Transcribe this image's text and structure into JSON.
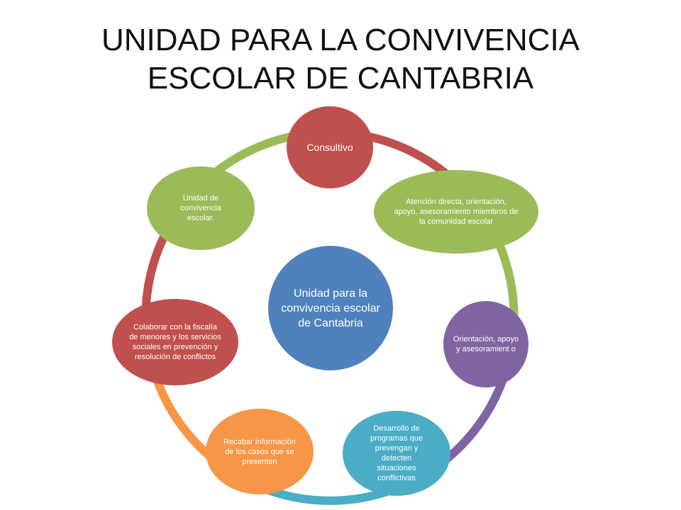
{
  "title": {
    "line1": "UNIDAD PARA LA CONVIVENCIA",
    "line2": "ESCOLAR DE CANTABRIA"
  },
  "diagram": {
    "center": "Unidad para la convivencia escolar de Cantabria",
    "nodes": [
      {
        "label": "Consultivo",
        "color": "#c0504d",
        "connector_color": "#c0504d"
      },
      {
        "label": "Atención directa, orientación, apoyo, asesoramiento miembros de la comunidad escolar",
        "color": "#9bbb59",
        "connector_color": "#9bbb59"
      },
      {
        "label": "Orientación, apoyo y asesoramient o",
        "color": "#8064a2",
        "connector_color": "#8064a2"
      },
      {
        "label": "Desarrollo de programas que prevengan y detecten situaciones conflictivas",
        "color": "#4bacc6",
        "connector_color": "#4bacc6"
      },
      {
        "label": "Recabar información de los casos que se presenten",
        "color": "#f79646",
        "connector_color": "#f79646"
      },
      {
        "label": "Colaborar con la fiscalía de menores y los servicios sociales en prevención y resolución de conflictos",
        "color": "#c0504d",
        "connector_color": "#c0504d"
      },
      {
        "label": "Unidad de convivencia escolar.",
        "color": "#9bbb59",
        "connector_color": "#9bbb59"
      }
    ],
    "center_color": "#4f81bd"
  }
}
